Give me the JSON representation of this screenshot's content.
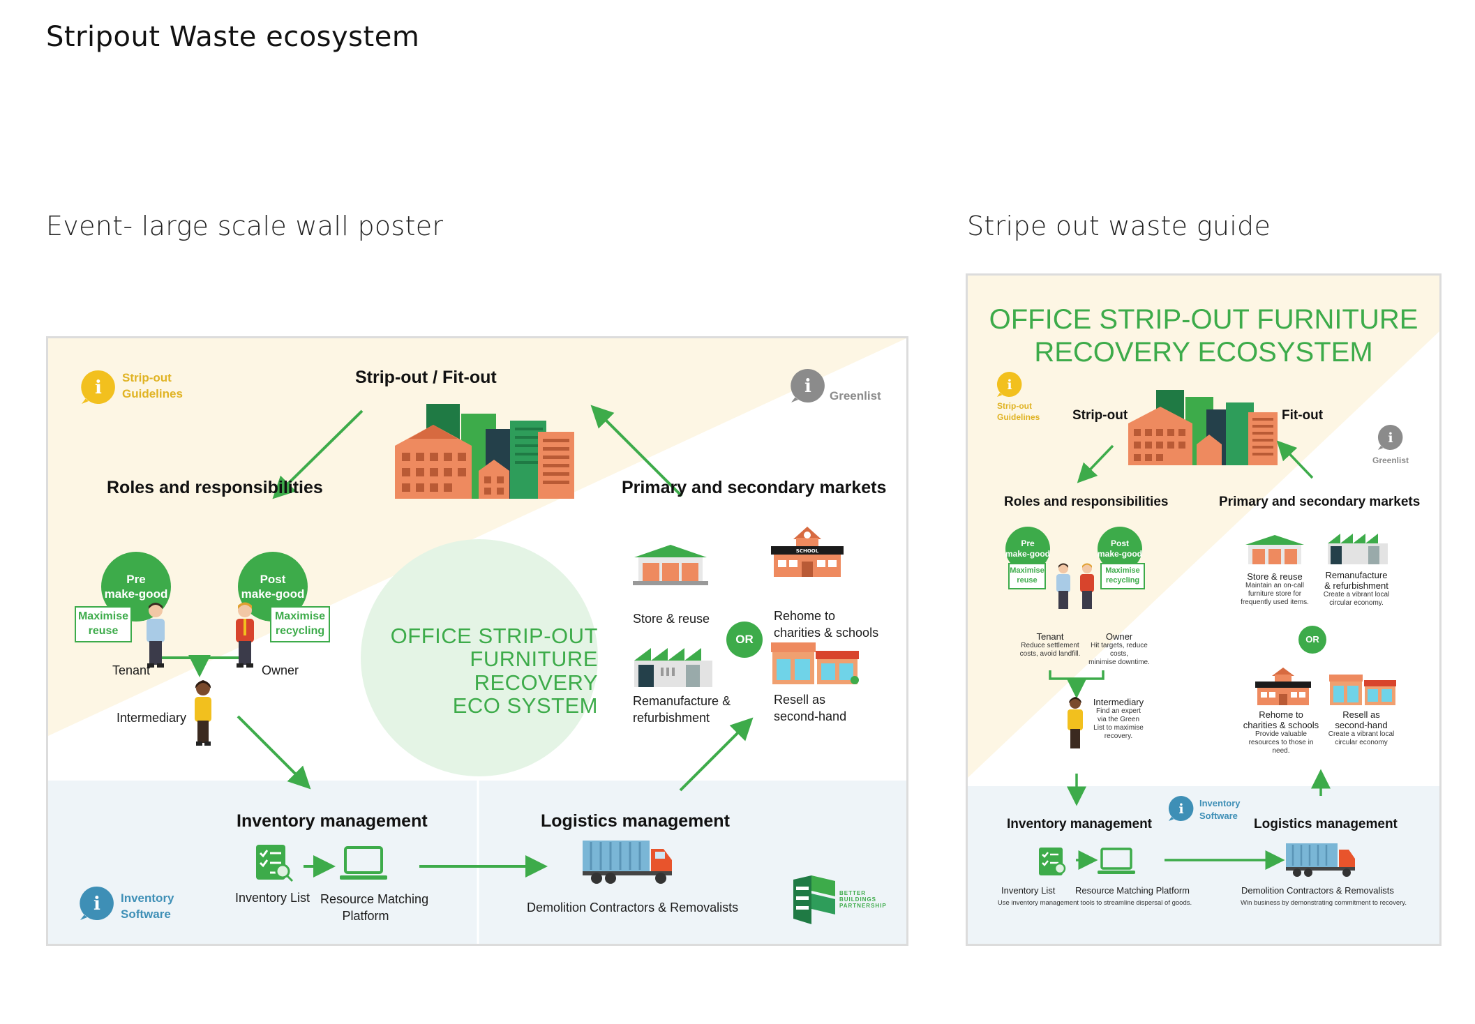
{
  "page": {
    "title": "Stripout Waste ecosystem",
    "section_left_title": "Event- large scale wall poster",
    "section_right_title": "Stripe out waste guide"
  },
  "colors": {
    "green": "#3dab4a",
    "light_green": "#e4f4e5",
    "cream": "#fdf6e4",
    "light_blue": "#eef4f8",
    "building_orange": "#ee8a5f",
    "dark_green": "#1f7a44",
    "info_yellow": "#f2c01e",
    "info_gray": "#8b8b8b",
    "info_blue": "#3e8fb6"
  },
  "poster": {
    "info_guidelines": [
      "Strip-out",
      "Guidelines"
    ],
    "info_greenlist": "Greenlist",
    "strip_fit_title": "Strip-out  / Fit-out",
    "roles_title": "Roles and responsibilities",
    "pre_bubble": [
      "Pre",
      "make-good"
    ],
    "post_bubble": [
      "Post",
      "make-good"
    ],
    "maximise_reuse": [
      "Maximise",
      "reuse"
    ],
    "maximise_recycling": [
      "Maximise",
      "recycling"
    ],
    "tenant": "Tenant",
    "owner": "Owner",
    "intermediary": "Intermediary",
    "center_lines": [
      "OFFICE  STRIP-OUT",
      "FURNITURE  RECOVERY",
      "ECO SYSTEM"
    ],
    "markets_title": "Primary and secondary markets",
    "store_reuse": "Store & reuse",
    "rehome": [
      "Rehome to",
      "charities & schools"
    ],
    "or": "OR",
    "reman": [
      "Remanufacture &",
      "refurbishment"
    ],
    "resell": [
      "Resell as",
      "second-hand"
    ],
    "inventory_title": "Inventory management",
    "inventory_list": "Inventory List",
    "resource_matching": [
      "Resource Matching",
      "Platform"
    ],
    "logistics_title": "Logistics management",
    "demolition": "Demolition Contractors & Removalists",
    "info_inventory": [
      "Inventory",
      "Software"
    ],
    "logo_text": [
      "BETTER",
      "BUILDINGS",
      "PARTNERSHIP"
    ],
    "school_sign": "SCHOOL"
  },
  "guide": {
    "title_lines": [
      "OFFICE STRIP-OUT FURNITURE",
      "RECOVERY ECOSYSTEM"
    ],
    "info_guidelines": [
      "Strip-out",
      "Guidelines"
    ],
    "strip_out": "Strip-out",
    "fit_out": "Fit-out",
    "info_greenlist": "Greenlist",
    "roles_title": "Roles and responsibilities",
    "markets_title": "Primary and secondary markets",
    "pre_bubble": [
      "Pre",
      "make-good"
    ],
    "post_bubble": [
      "Post",
      "make-good"
    ],
    "maximise_reuse": [
      "Maximise",
      "reuse"
    ],
    "maximise_recycling": [
      "Maximise",
      "recycling"
    ],
    "tenant": "Tenant",
    "tenant_desc": [
      "Reduce settlement",
      "costs, avoid landfill."
    ],
    "owner": "Owner",
    "owner_desc": [
      "Hit targets, reduce costs,",
      "minimise downtime."
    ],
    "intermediary": "Intermediary",
    "intermediary_desc": [
      "Find an expert",
      "via the Green",
      "List to maximise",
      "recovery."
    ],
    "store_reuse": "Store & reuse",
    "store_desc": [
      "Maintain an on-call",
      "furniture store for",
      "frequently used items."
    ],
    "reman": [
      "Remanufacture",
      "& refurbishment"
    ],
    "reman_desc": [
      "Create a vibrant local",
      "circular economy."
    ],
    "or": "OR",
    "rehome": [
      "Rehome to",
      "charities & schools"
    ],
    "rehome_desc": [
      "Provide valuable",
      "resources to those in",
      "need."
    ],
    "resell": [
      "Resell as",
      "second-hand"
    ],
    "resell_desc": [
      "Create a vibrant local",
      "circular economy"
    ],
    "info_inventory": [
      "Inventory",
      "Software"
    ],
    "inventory_title": "Inventory management",
    "logistics_title": "Logistics management",
    "inventory_list": "Inventory List",
    "resource_matching": "Resource Matching Platform",
    "inventory_desc": "Use inventory management tools to streamline dispersal of goods.",
    "demolition": "Demolition Contractors & Removalists",
    "demolition_desc": "Win business by demonstrating commitment to recovery."
  }
}
